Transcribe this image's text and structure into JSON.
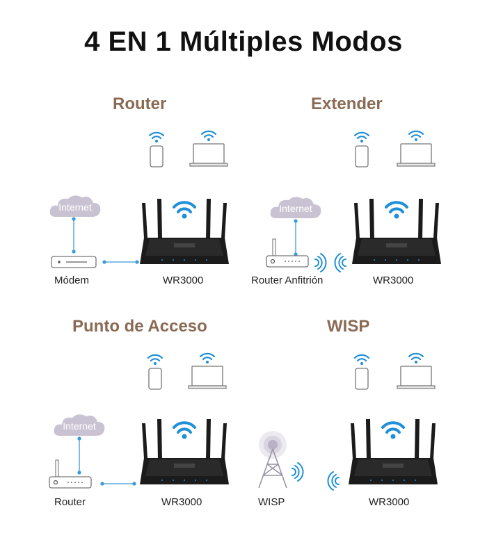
{
  "title": "4 EN 1 Múltiples Modos",
  "modes": [
    {
      "name": "Router",
      "cloud_label": "Internet",
      "left_device": "Módem",
      "right_device": "WR3000"
    },
    {
      "name": "Extender",
      "cloud_label": "Internet",
      "left_device": "Router Anfitrión",
      "right_device": "WR3000"
    },
    {
      "name": "Punto de Acceso",
      "cloud_label": "Internet",
      "left_device": "Router",
      "right_device": "WR3000"
    },
    {
      "name": "WISP",
      "left_device": "WISP",
      "right_device": "WR3000"
    }
  ],
  "colors": {
    "accent_title": "#8a6a54",
    "wifi_blue": "#1e8fd8",
    "line_blue": "#3b9ad8",
    "router_black": "#1b1b1b",
    "cloud": "#c9c2d3"
  }
}
